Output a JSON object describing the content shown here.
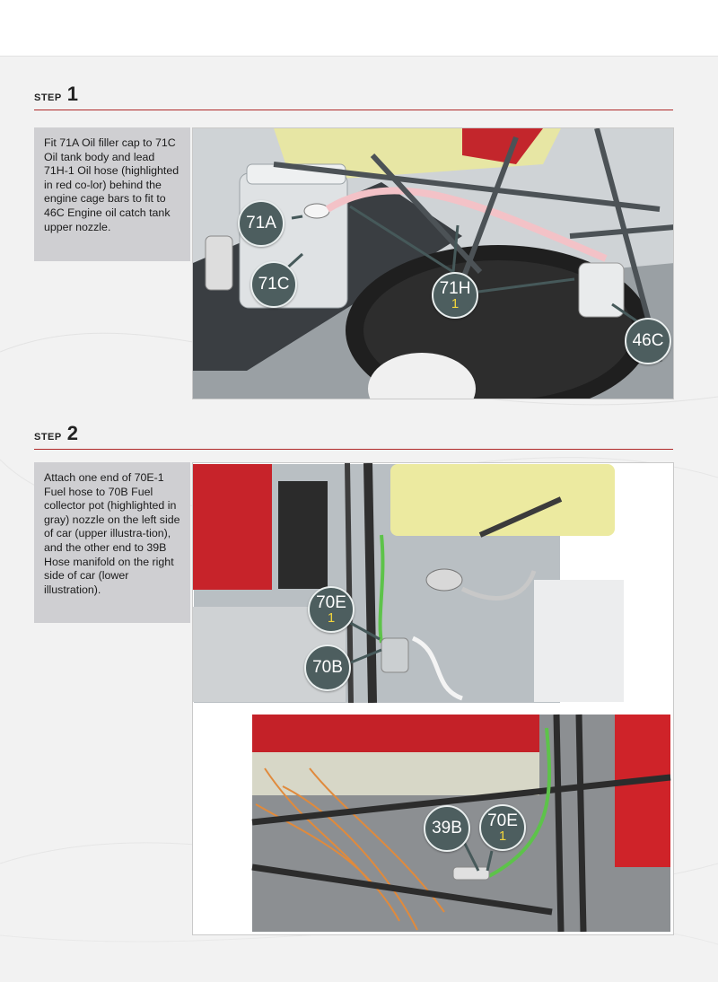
{
  "steps": [
    {
      "word": "step",
      "number": "1",
      "text": "Fit 71A Oil filler cap to 71C Oil tank body and lead 71H-1 Oil hose (highlighted in red co-lor) behind the engine cage bars to fit to 46C Engine oil catch tank upper nozzle.",
      "callouts": [
        {
          "label": "71A",
          "sub": ""
        },
        {
          "label": "71C",
          "sub": ""
        },
        {
          "label": "71H",
          "sub": "1"
        },
        {
          "label": "46C",
          "sub": ""
        }
      ]
    },
    {
      "word": "step",
      "number": "2",
      "text": "Attach one end of 70E-1 Fuel hose to 70B Fuel collector pot (highlighted in gray) nozzle on the left side of car (upper illustra-tion), and the other end to 39B Hose manifold on the right side of car (lower illustration).",
      "callouts_upper": [
        {
          "label": "70E",
          "sub": "1"
        },
        {
          "label": "70B",
          "sub": ""
        }
      ],
      "callouts_lower": [
        {
          "label": "39B",
          "sub": ""
        },
        {
          "label": "70E",
          "sub": "1"
        }
      ]
    }
  ]
}
